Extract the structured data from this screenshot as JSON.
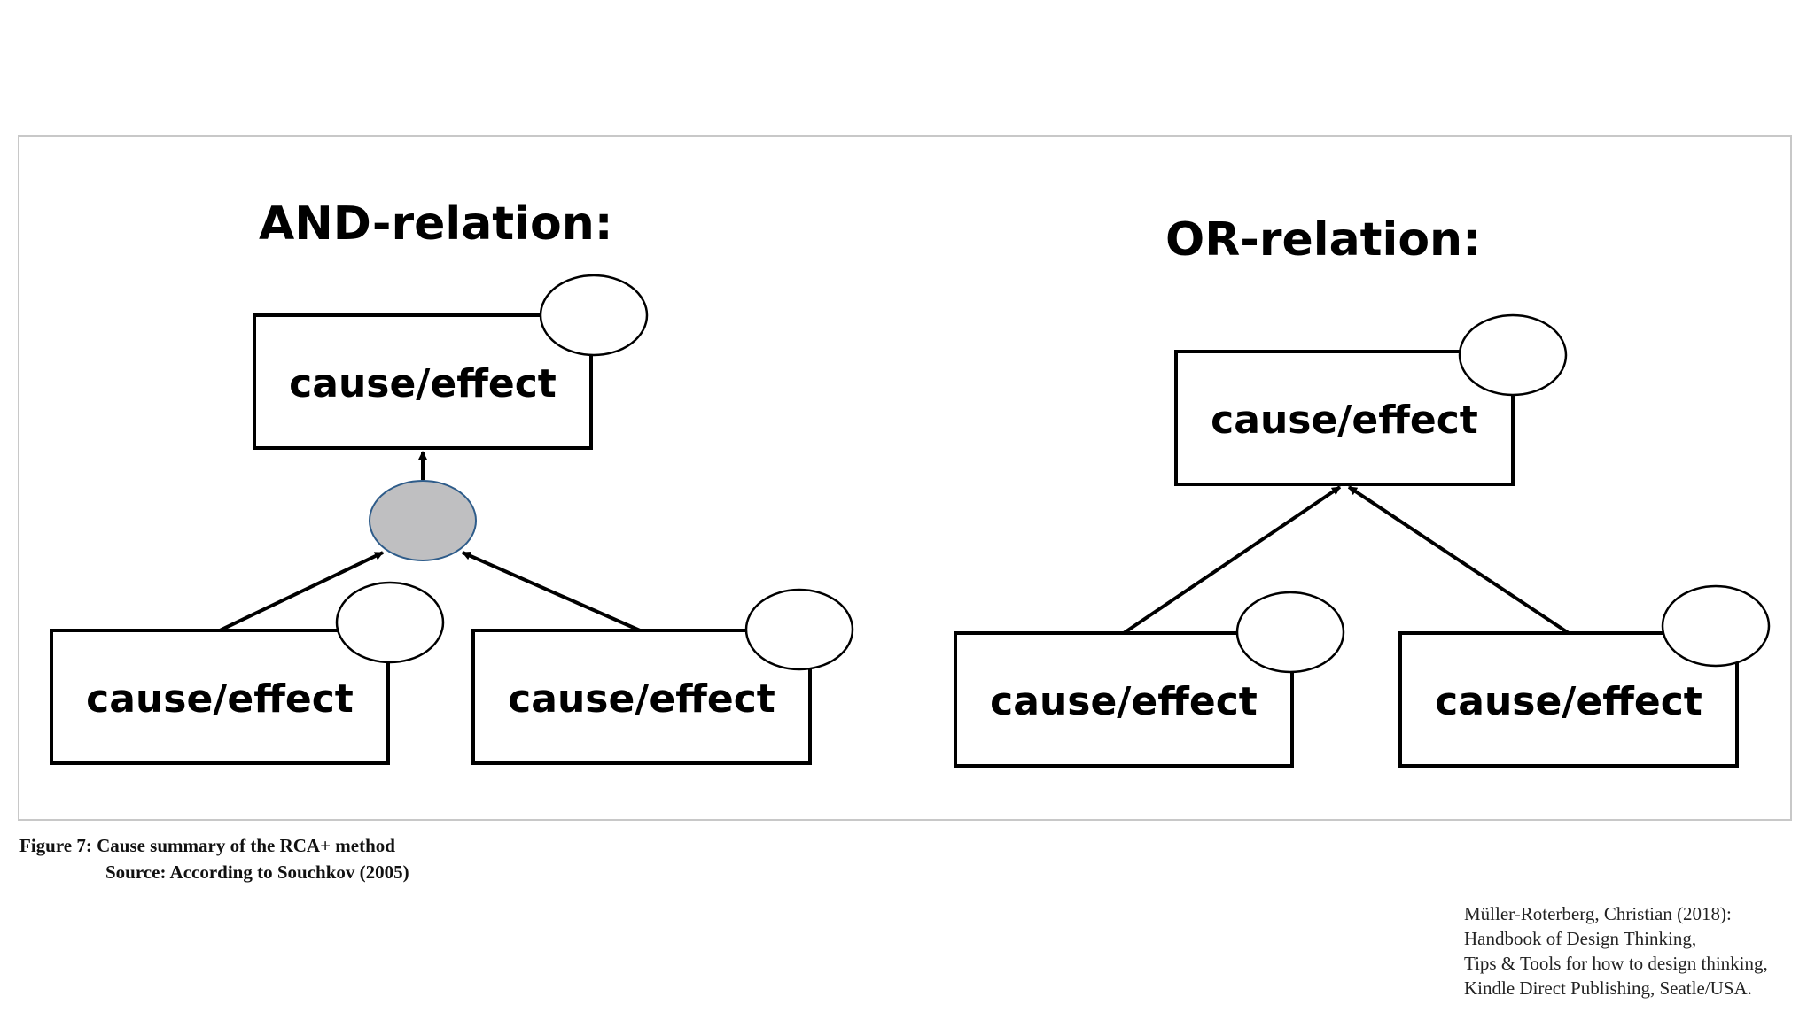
{
  "and_relation": {
    "heading": "AND-relation:",
    "top_box": "cause/effect",
    "left_box": "cause/effect",
    "right_box": "cause/effect"
  },
  "or_relation": {
    "heading": "OR-relation:",
    "top_box": "cause/effect",
    "left_box": "cause/effect",
    "right_box": "cause/effect"
  },
  "caption": {
    "figure": "Figure 7: Cause summary of the RCA+ method",
    "source": "Source: According to Souchkov (2005)"
  },
  "citation": [
    "Müller-Roterberg, Christian (2018):",
    "Handbook of Design Thinking,",
    "Tips & Tools for how to design thinking,",
    "Kindle Direct Publishing, Seatle/USA."
  ],
  "colors": {
    "frame": "#c8c8c8",
    "and_gate_fill": "#bfbfc1",
    "and_gate_stroke": "#2e5c8a"
  }
}
